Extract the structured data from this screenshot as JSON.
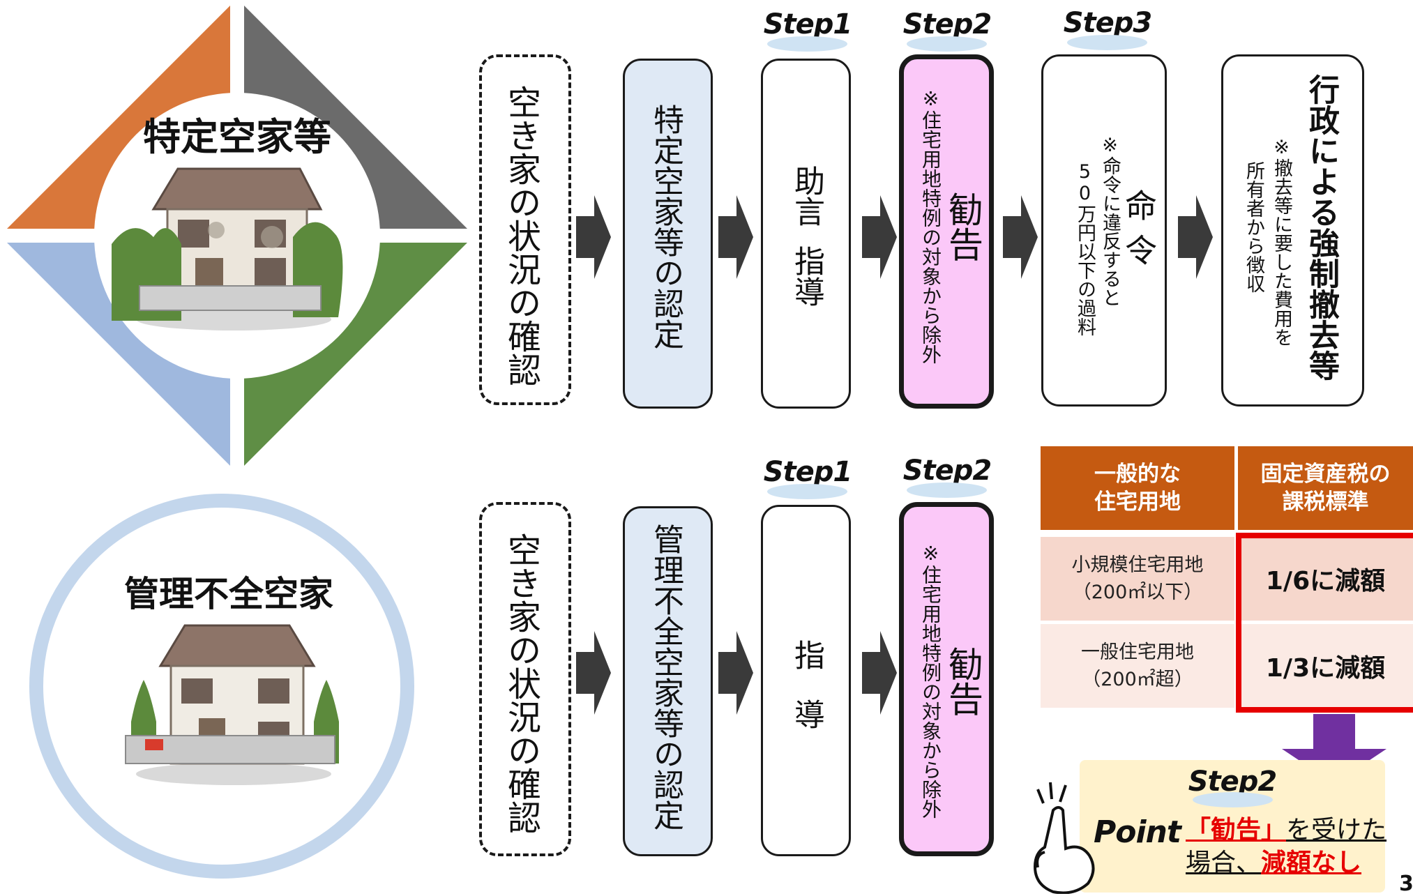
{
  "top": {
    "badge_title": "特定空家等",
    "step_labels": [
      "Step1",
      "Step2",
      "Step3"
    ],
    "boxes": {
      "confirm": "空き家の状況の確認",
      "recognize": "特定空家等の認定",
      "advice_a": "助言",
      "advice_b": "指導",
      "recommend": "勧告",
      "recommend_note": "※住宅用地特例の対象から除外",
      "order": "命令",
      "order_note_1": "※命令に違反すると",
      "order_note_2": "50万円以下の過料",
      "enforce": "行政による強制撤去等",
      "enforce_note_1": "※撤去等に要した費用を",
      "enforce_note_2": "所有者から徴収"
    }
  },
  "bottom": {
    "badge_title": "管理不全空家",
    "step_labels": [
      "Step1",
      "Step2"
    ],
    "boxes": {
      "confirm": "空き家の状況の確認",
      "recognize": "管理不全空家等の認定",
      "guide_a": "指",
      "guide_b": "導",
      "recommend": "勧告",
      "recommend_note": "※住宅用地特例の対象から除外"
    }
  },
  "tax_table": {
    "header_left": "一般的な\n住宅用地",
    "header_right": "固定資産税の\n課税標準",
    "rows": [
      {
        "left_1": "小規模住宅用地",
        "left_2": "（200㎡以下）",
        "right": "1/6に減額"
      },
      {
        "left_1": "一般住宅用地",
        "left_2": "（200㎡超）",
        "right": "1/3に減額"
      }
    ]
  },
  "point": {
    "step_label": "Step2",
    "point_label": "Point",
    "text_highlight": "「勧告」",
    "text_1": "を受けた",
    "text_2": "場合、",
    "text_highlight_2": "減額なし"
  },
  "page_number": "3",
  "colors": {
    "orange": "#d9773a",
    "gray": "#6b6b6b",
    "green": "#5f8e45",
    "blue_pale": "#9fb8de",
    "pink_box": "#fbc8f8",
    "blue_box": "#dfe9f5",
    "table_header": "#c55a11",
    "highlight_red": "#e60000",
    "purple_arrow": "#7030a0",
    "point_bg": "#fff2cc"
  },
  "icons": [
    "house-abandoned-illustration",
    "house-neglected-illustration",
    "pointing-hand-icon",
    "down-arrow-icon",
    "right-arrow-icon"
  ]
}
